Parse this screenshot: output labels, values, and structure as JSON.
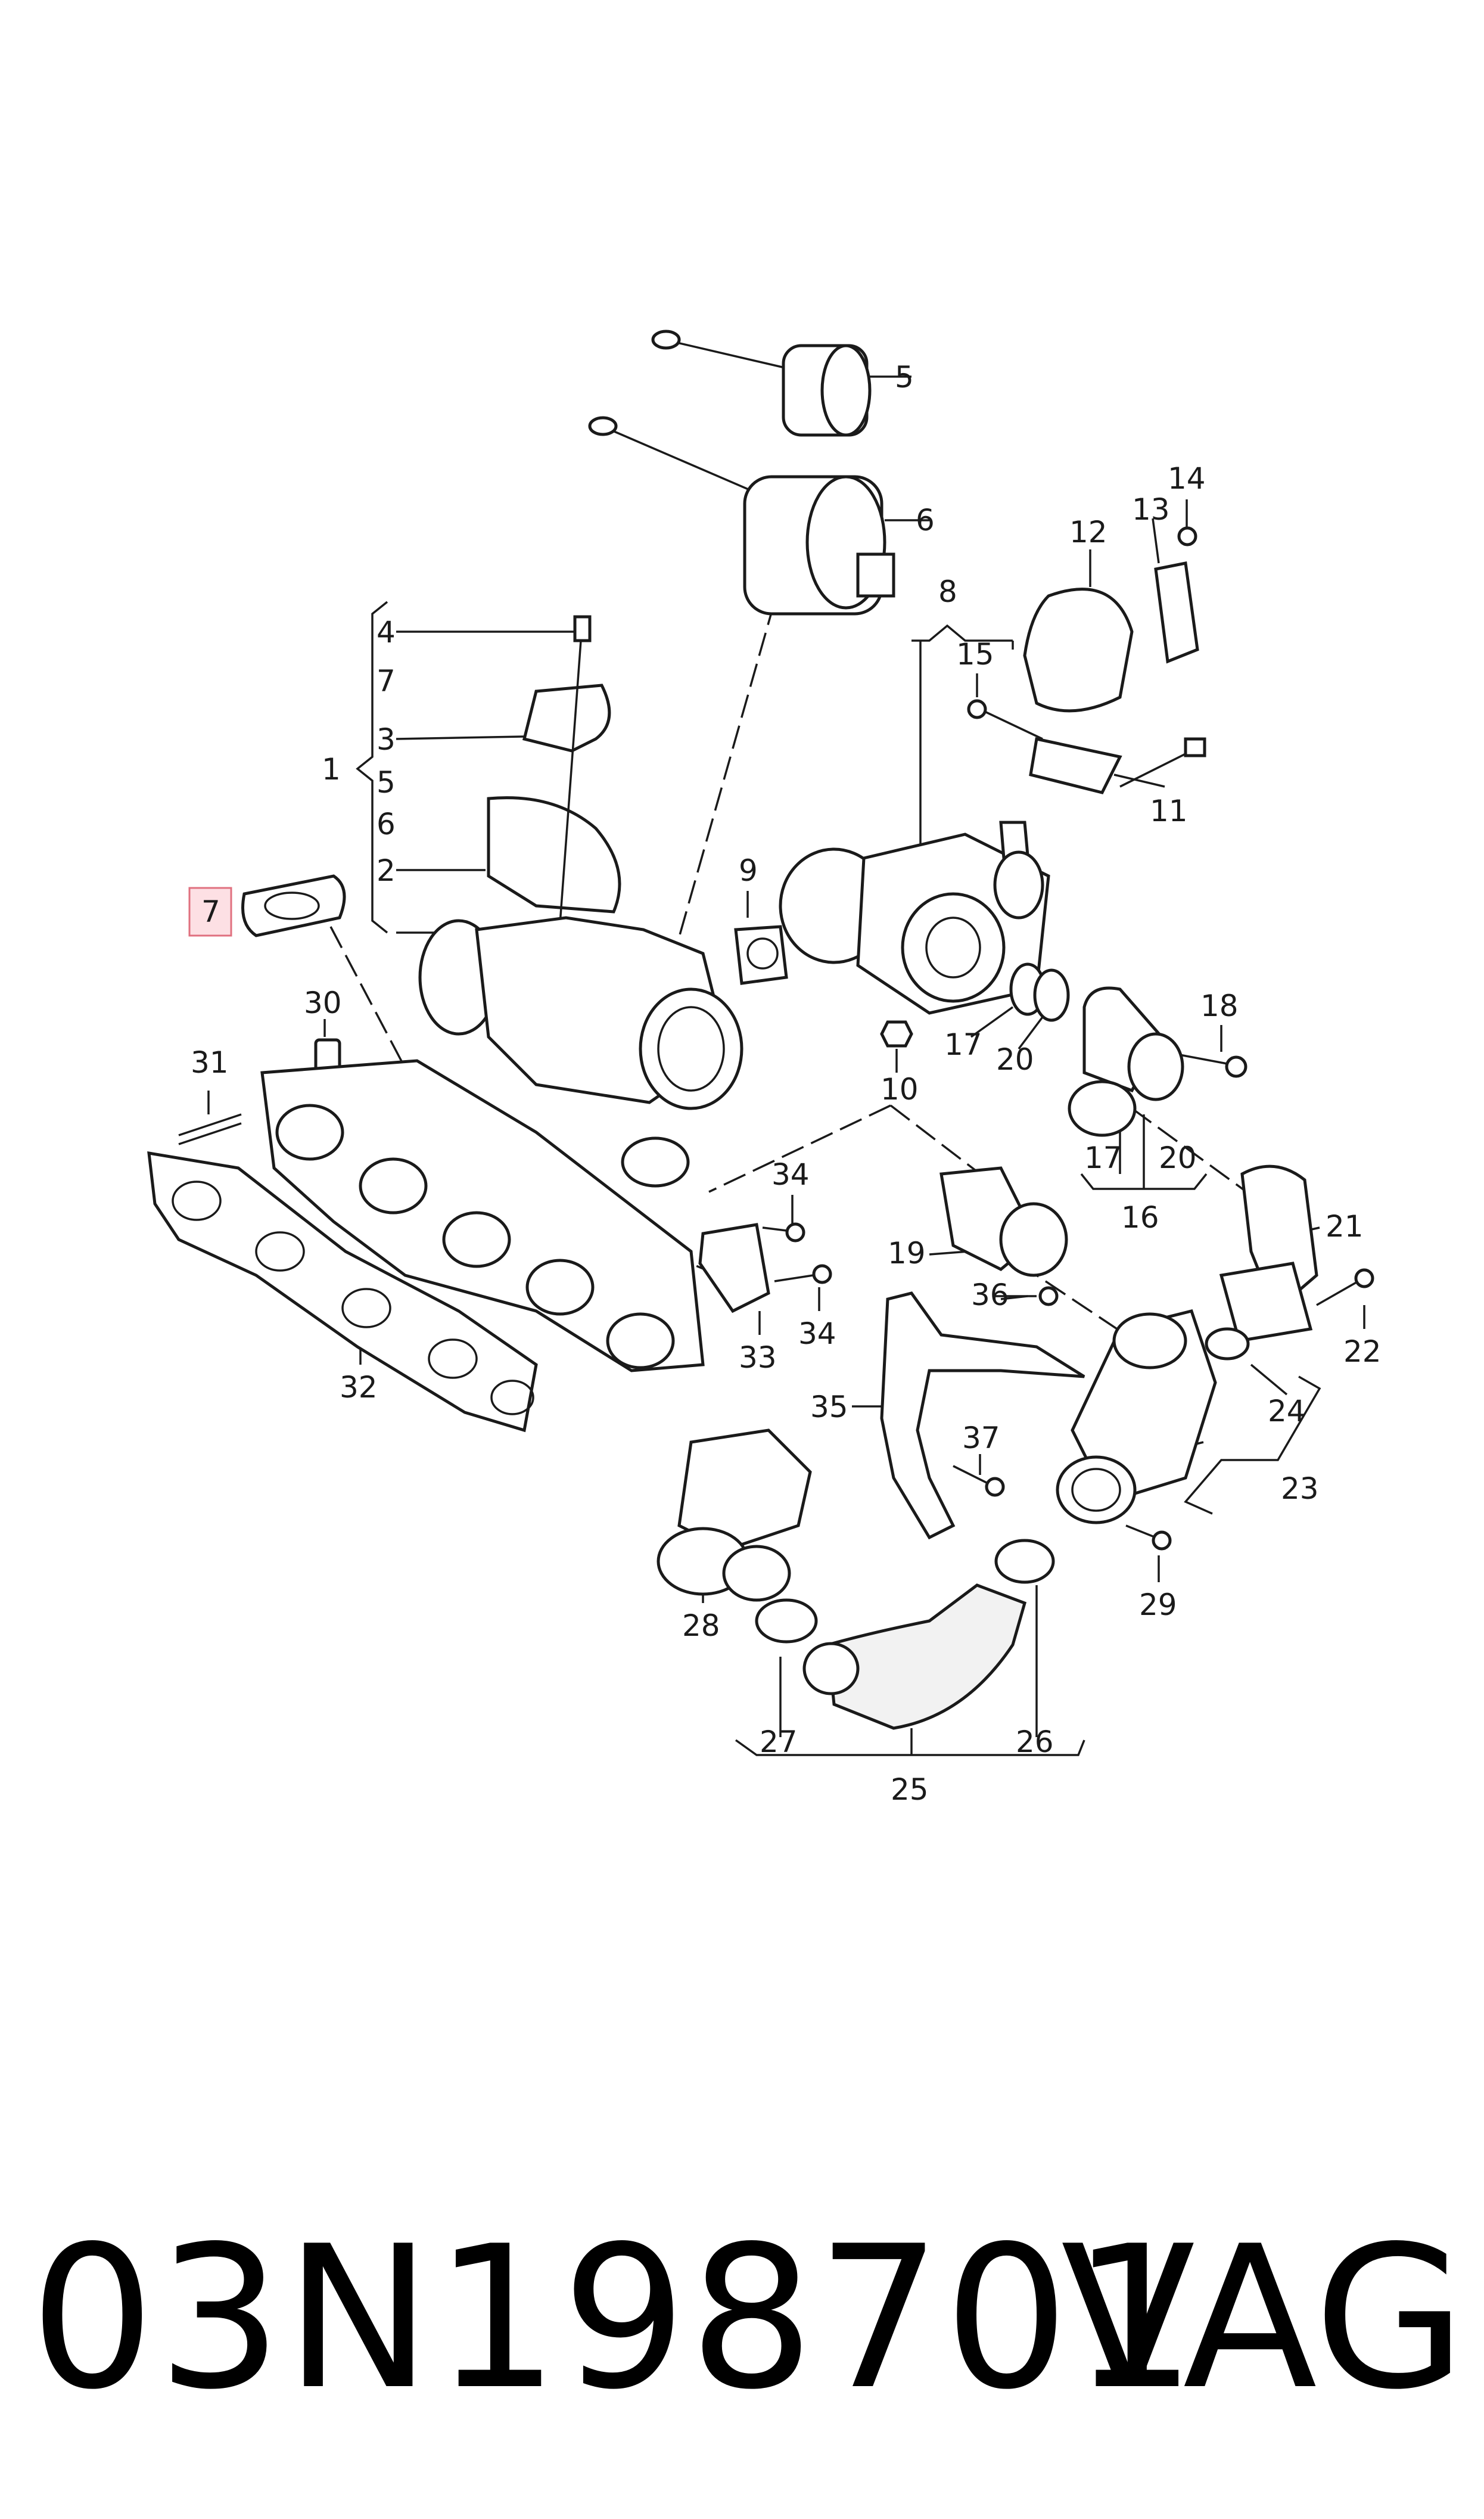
{
  "diagram": {
    "callouts": [
      {
        "id": "c5",
        "text": "5"
      },
      {
        "id": "c6",
        "text": "6"
      },
      {
        "id": "c14",
        "text": "14"
      },
      {
        "id": "c12",
        "text": "12"
      },
      {
        "id": "c13",
        "text": "13"
      },
      {
        "id": "c8",
        "text": "8"
      },
      {
        "id": "c15",
        "text": "15"
      },
      {
        "id": "c4",
        "text": "4"
      },
      {
        "id": "c7a",
        "text": "7"
      },
      {
        "id": "c3",
        "text": "3"
      },
      {
        "id": "c1",
        "text": "1"
      },
      {
        "id": "c5b",
        "text": "5"
      },
      {
        "id": "c6b",
        "text": "6"
      },
      {
        "id": "c11",
        "text": "11"
      },
      {
        "id": "c2",
        "text": "2"
      },
      {
        "id": "c9",
        "text": "9"
      },
      {
        "id": "c30",
        "text": "30"
      },
      {
        "id": "c18",
        "text": "18"
      },
      {
        "id": "c31",
        "text": "31"
      },
      {
        "id": "c17a",
        "text": "17"
      },
      {
        "id": "c20a",
        "text": "20"
      },
      {
        "id": "c10",
        "text": "10"
      },
      {
        "id": "c34a",
        "text": "34"
      },
      {
        "id": "c17b",
        "text": "17"
      },
      {
        "id": "c20b",
        "text": "20"
      },
      {
        "id": "c16",
        "text": "16"
      },
      {
        "id": "c21",
        "text": "21"
      },
      {
        "id": "c19",
        "text": "19"
      },
      {
        "id": "c36",
        "text": "36"
      },
      {
        "id": "c22",
        "text": "22"
      },
      {
        "id": "c33",
        "text": "33"
      },
      {
        "id": "c34b",
        "text": "34"
      },
      {
        "id": "c32",
        "text": "32"
      },
      {
        "id": "c35",
        "text": "35"
      },
      {
        "id": "c24",
        "text": "24"
      },
      {
        "id": "c37",
        "text": "37"
      },
      {
        "id": "c23",
        "text": "23"
      },
      {
        "id": "c29",
        "text": "29"
      },
      {
        "id": "c28",
        "text": "28"
      },
      {
        "id": "c27",
        "text": "27"
      },
      {
        "id": "c26",
        "text": "26"
      },
      {
        "id": "c25",
        "text": "25"
      }
    ],
    "highlight_label": "7"
  },
  "footer": {
    "part_number": "03N198701",
    "brand": "VAG"
  }
}
